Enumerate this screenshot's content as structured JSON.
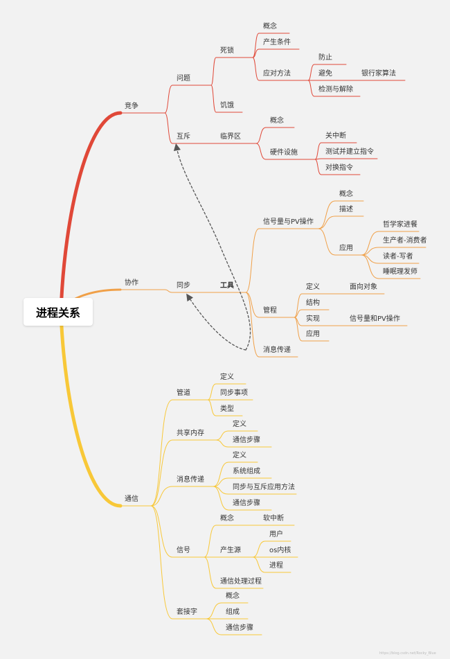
{
  "root": "进程关系",
  "watermark": "https://blog.csdn.net/Rocky_Blue",
  "colors": {
    "red": "#e04838",
    "orange": "#f0a048",
    "yellow": "#f8c838",
    "dash": "#555555"
  },
  "nodes": {
    "jingzheng": "竞争",
    "wenti": "问题",
    "sisuo": "死锁",
    "gainian1": "概念",
    "chansheng": "产生条件",
    "yingdui": "应对方法",
    "fangzhi": "防止",
    "bimian": "避免",
    "yinhangjia": "银行家算法",
    "jiance": "检测与解除",
    "jie": "饥饿",
    "huchi": "互斥",
    "linjie": "临界区",
    "gainian2": "概念",
    "yingjian": "硬件设施",
    "guanzhongduan": "关中断",
    "ceshi": "测试并建立指令",
    "duihuan": "对换指令",
    "xiezuo": "协作",
    "tongbu": "同步",
    "gongju": "工具",
    "xinhaoliang": "信号量与PV操作",
    "gainian3": "概念",
    "miaoshu": "描述",
    "yingyong1": "应用",
    "zhexuejia": "哲学家进餐",
    "shengchanzhe": "生产者-消费者",
    "duzhe": "读者-写者",
    "shuimian": "睡眠理发师",
    "guancheng": "管程",
    "dingyi1": "定义",
    "mianxiang": "面向对象",
    "jiegou": "结构",
    "shixian": "实现",
    "xinhaoPV": "信号量和PV操作",
    "yingyong2": "应用",
    "xiaoxi1": "消息传递",
    "tongxin": "通信",
    "guandao": "管道",
    "dingyi2": "定义",
    "tongbushixiang": "同步事项",
    "leixing": "类型",
    "gongxiang": "共享内存",
    "dingyi3": "定义",
    "tongxinbuzhou1": "通信步骤",
    "xiaoxi2": "消息传递",
    "dingyi4": "定义",
    "xitong": "系统组成",
    "tongbuhuchi": "同步与互斥应用方法",
    "tongxinbuzhou2": "通信步骤",
    "xinhao": "信号",
    "gainian4": "概念",
    "ruanzhongduan": "软中断",
    "chanshengyuan": "产生源",
    "yonghu": "用户",
    "osneihe": "os内核",
    "jincheng": "进程",
    "chuliguocheng": "通信处理过程",
    "taojiezi": "套接字",
    "gainian5": "概念",
    "zucheng": "组成",
    "tongxinbuzhou3": "通信步骤"
  }
}
